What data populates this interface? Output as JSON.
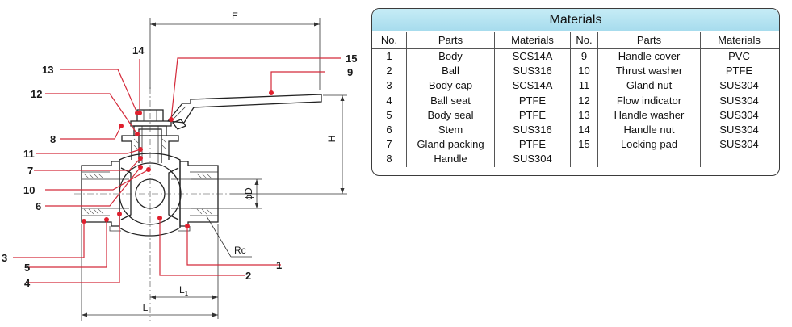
{
  "callouts": [
    "1",
    "2",
    "3",
    "4",
    "5",
    "6",
    "7",
    "8",
    "9",
    "10",
    "11",
    "12",
    "13",
    "14",
    "15"
  ],
  "dimensions": {
    "E": "E",
    "H": "H",
    "L": "L",
    "L1_main": "L",
    "L1_sub": "1",
    "phiD": "ϕD",
    "Rc": "Rc"
  },
  "materials_table": {
    "title": "Materials",
    "headers": [
      "No.",
      "Parts",
      "Materials",
      "No.",
      "Parts",
      "Materials"
    ],
    "rows": [
      [
        "1",
        "Body",
        "SCS14A",
        "9",
        "Handle cover",
        "PVC"
      ],
      [
        "2",
        "Ball",
        "SUS316",
        "10",
        "Thrust washer",
        "PTFE"
      ],
      [
        "3",
        "Body cap",
        "SCS14A",
        "11",
        "Gland nut",
        "SUS304"
      ],
      [
        "4",
        "Ball seat",
        "PTFE",
        "12",
        "Flow indicator",
        "SUS304"
      ],
      [
        "5",
        "Body seal",
        "PTFE",
        "13",
        "Handle washer",
        "SUS304"
      ],
      [
        "6",
        "Stem",
        "SUS316",
        "14",
        "Handle nut",
        "SUS304"
      ],
      [
        "7",
        "Gland packing",
        "PTFE",
        "15",
        "Locking pad",
        "SUS304"
      ],
      [
        "8",
        "Handle",
        "SUS304",
        "",
        "",
        ""
      ]
    ]
  }
}
